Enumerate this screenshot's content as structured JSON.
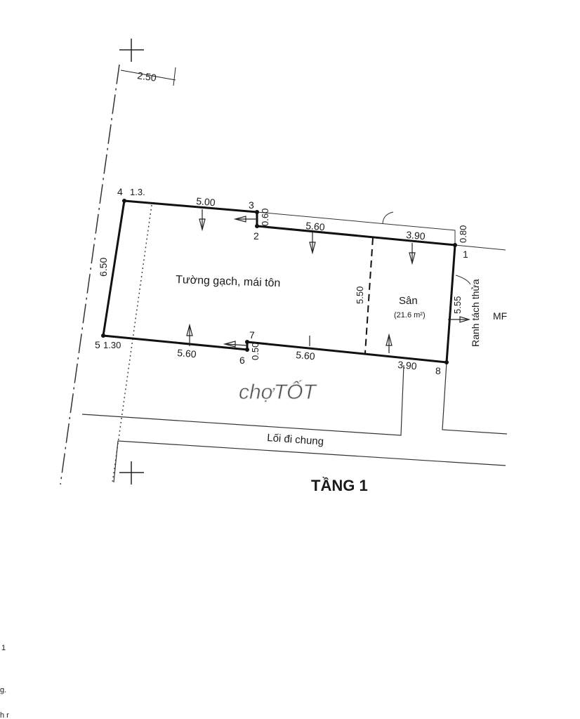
{
  "plan": {
    "title": "TẦNG 1",
    "building_label": "Tường gạch, mái tôn",
    "yard_label": "Sân",
    "yard_area": "(21.6 m²)",
    "common_path_label": "Lối đi chung",
    "boundary_label": "Ranh tách thửa",
    "edge_label_right": "MF",
    "offset_dimension": "2.50",
    "points": [
      "1",
      "2",
      "3",
      "4",
      "5",
      "6",
      "7",
      "8"
    ],
    "dimensions": {
      "top_left": "5.00",
      "top_mid": "5.60",
      "top_right": "3.90",
      "step_3_2": "0.60",
      "right_top": "0.80",
      "right_side": "5.55",
      "left_side": "6.50",
      "divider": "5.50",
      "bottom_left": "5.60",
      "bottom_mid": "5.60",
      "bottom_right": "3.90",
      "step_7_6": "0.50",
      "setback_top": "1.3.",
      "setback_bottom": "1.30"
    },
    "margin_fragments": [
      "1",
      "g.",
      "h r"
    ],
    "watermark": "chợTỐT"
  },
  "colors": {
    "line": "#1a1a1a",
    "background": "#ffffff"
  }
}
